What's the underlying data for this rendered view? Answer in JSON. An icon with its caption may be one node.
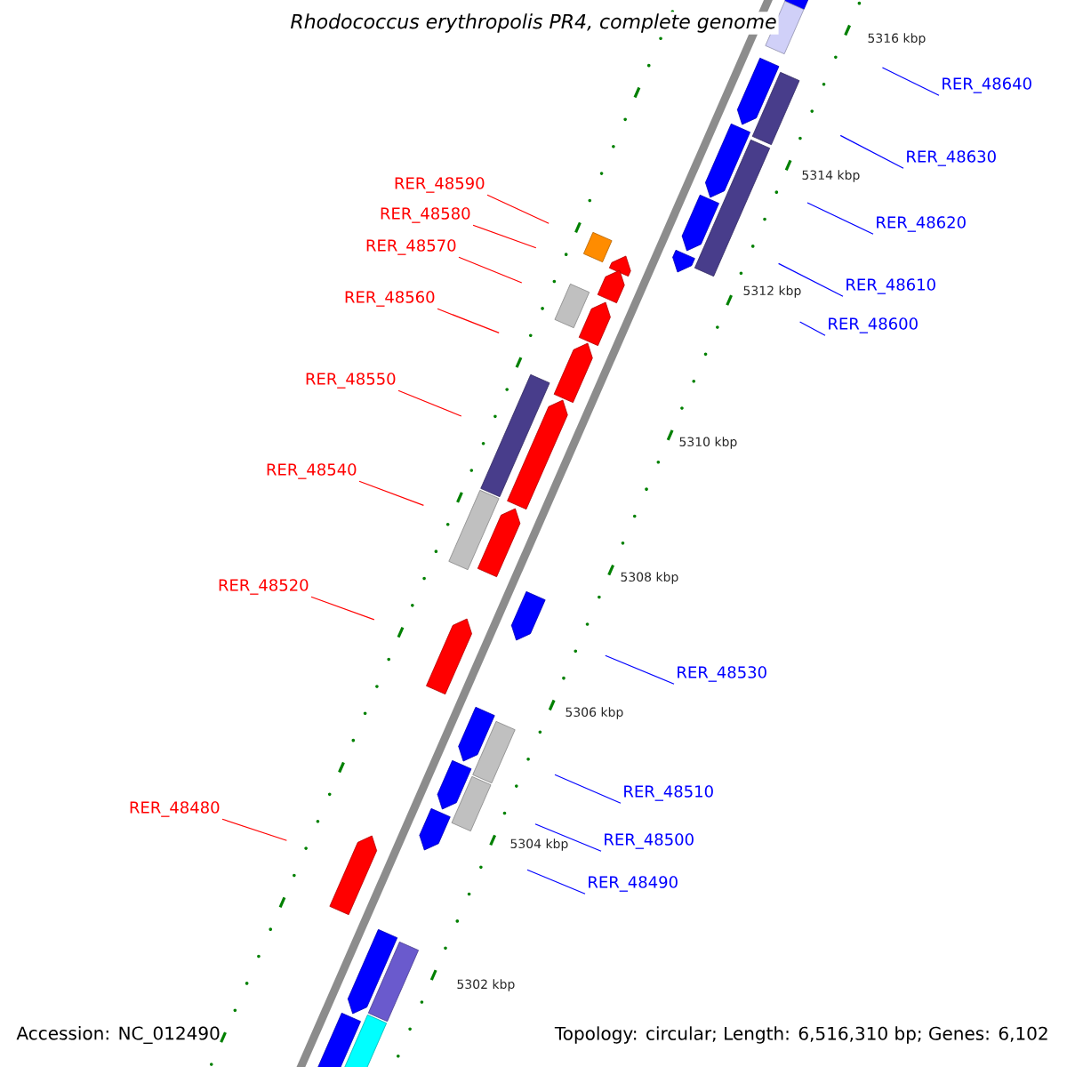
{
  "diagram": {
    "title": "Rhodococcus erythropolis PR4, complete genome",
    "nodes": [
      {
        "text": [
          "RER_48590"
        ]
      },
      {
        "text": [
          "RER_48580"
        ]
      },
      {
        "text": [
          "RER_48570"
        ]
      },
      {
        "text": [
          "RER_48560"
        ]
      },
      {
        "text": [
          "RER_48550"
        ]
      },
      {
        "text": [
          "RER_48540"
        ]
      },
      {
        "text": [
          "RER_48520"
        ]
      },
      {
        "text": [
          "RER_48480"
        ]
      },
      {
        "text": [
          "RER_48640"
        ]
      },
      {
        "text": [
          "RER_48630"
        ]
      },
      {
        "text": [
          "RER_48620"
        ]
      },
      {
        "text": [
          "RER_48610"
        ]
      },
      {
        "text": [
          "RER_48600"
        ]
      },
      {
        "text": [
          "RER_48530"
        ]
      },
      {
        "text": [
          "RER_48510"
        ]
      },
      {
        "text": [
          "RER_48500"
        ]
      },
      {
        "text": [
          "RER_48490"
        ]
      }
    ],
    "edges": [
      {
        "from": 0,
        "to": null,
        "arrow": "none",
        "color": "#ff0000"
      },
      {
        "from": 1,
        "to": null,
        "arrow": "none",
        "color": "#ff0000"
      },
      {
        "from": 2,
        "to": null,
        "arrow": "none",
        "color": "#ff0000"
      },
      {
        "from": 3,
        "to": null,
        "arrow": "none",
        "color": "#ff0000"
      },
      {
        "from": 4,
        "to": null,
        "arrow": "none",
        "color": "#ff0000"
      },
      {
        "from": 5,
        "to": null,
        "arrow": "none",
        "color": "#ff0000"
      },
      {
        "from": 6,
        "to": null,
        "arrow": "none",
        "color": "#ff0000"
      },
      {
        "from": 7,
        "to": null,
        "arrow": "none",
        "color": "#ff0000"
      },
      {
        "from": 8,
        "to": null,
        "arrow": "none"
      },
      {
        "from": 9,
        "to": null,
        "arrow": "none"
      },
      {
        "from": 10,
        "to": null,
        "arrow": "none"
      },
      {
        "from": 11,
        "to": null,
        "arrow": "none"
      },
      {
        "from": 12,
        "to": null,
        "arrow": "none"
      },
      {
        "from": 13,
        "to": null,
        "arrow": "none"
      },
      {
        "from": 14,
        "to": null,
        "arrow": "none"
      },
      {
        "from": 15,
        "to": null,
        "arrow": "none"
      },
      {
        "from": 16,
        "to": null,
        "arrow": "none"
      }
    ],
    "labels": [
      "5316 kbp",
      "5314 kbp",
      "5312 kbp",
      "5310 kbp",
      "5308 kbp",
      "5306 kbp",
      "5304 kbp",
      "5302 kbp",
      "Accession: NC_012490",
      "Topology: circular; Length: 6,516,310 bp; Genes: 6,102"
    ]
  }
}
